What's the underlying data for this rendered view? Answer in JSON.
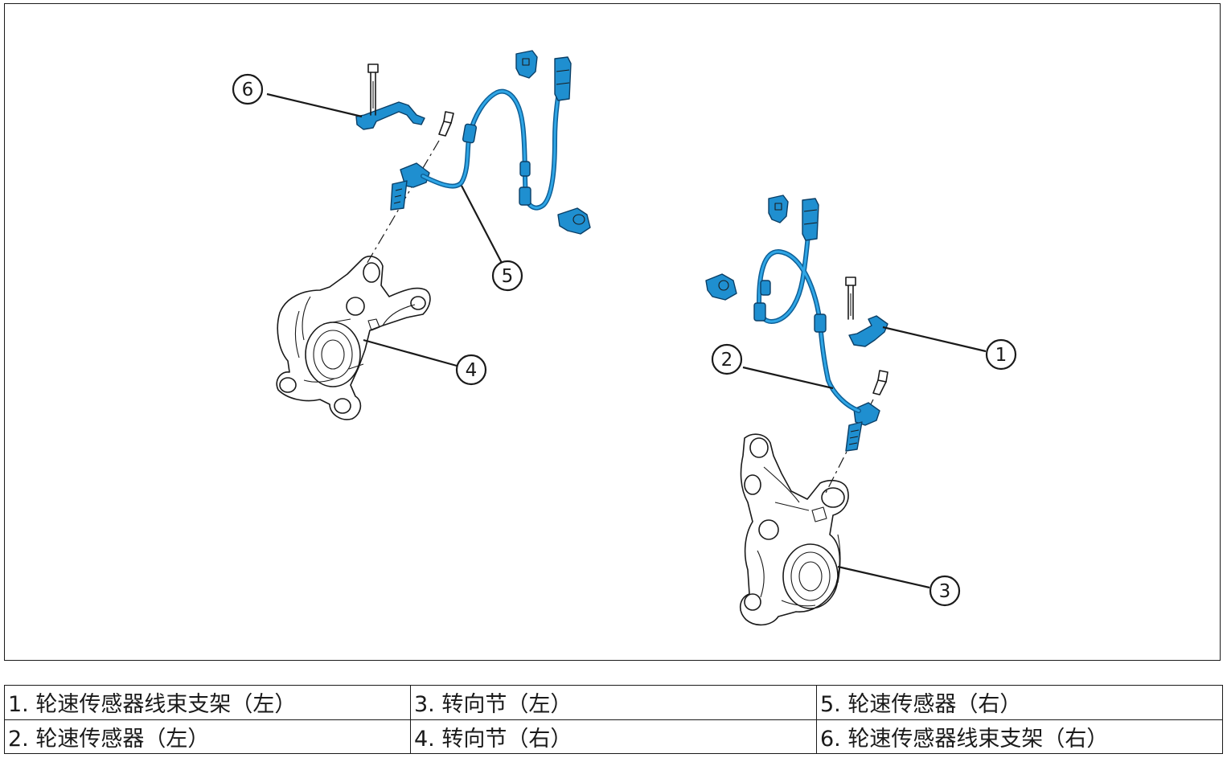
{
  "colors": {
    "line": "#1a1a1a",
    "sensor_blue": "#1f8fd0",
    "sensor_blue_dark": "#0e5f96",
    "background": "#ffffff"
  },
  "callouts": [
    {
      "id": "c1",
      "label": "1"
    },
    {
      "id": "c2",
      "label": "2"
    },
    {
      "id": "c3",
      "label": "3"
    },
    {
      "id": "c4",
      "label": "4"
    },
    {
      "id": "c5",
      "label": "5"
    },
    {
      "id": "c6",
      "label": "6"
    }
  ],
  "legend": {
    "rows": [
      [
        "1. 轮速传感器线束支架（左）",
        "3. 转向节（左）",
        "5. 轮速传感器（右）"
      ],
      [
        "2. 轮速传感器（左）",
        "4. 转向节（右）",
        "6. 轮速传感器线束支架（右）"
      ]
    ]
  }
}
